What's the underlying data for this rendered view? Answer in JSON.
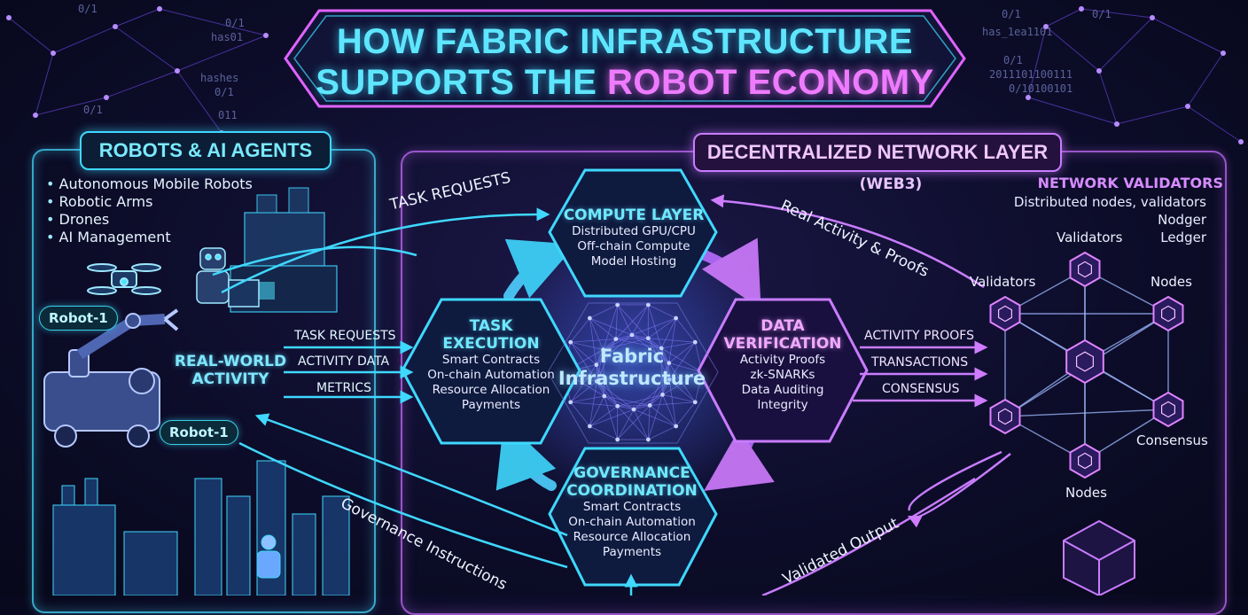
{
  "title": {
    "line1": "HOW FABRIC INFRASTRUCTURE",
    "line2_prefix": "SUPPORTS THE",
    "line2_accent": "ROBOT ECONOMY"
  },
  "left_panel": {
    "header": "ROBOTS & AI AGENTS",
    "items": [
      "Autonomous Mobile Robots",
      "Robotic Arms",
      "Drones",
      "AI Management"
    ],
    "robot_label_top": "Robot-1",
    "robot_label_bottom": "Robot-1",
    "real_world_activity": [
      "REAL-WORLD",
      "ACTIVITY"
    ]
  },
  "right_panel": {
    "header": "DECENTRALIZED NETWORK LAYER",
    "subheader": "(WEB3)",
    "validators": {
      "title": "NETWORK VALIDATORS",
      "lines": [
        "Distributed nodes, validators",
        "Nodger",
        "Ledger"
      ],
      "node_labels": {
        "top": "Validators",
        "left": "Validators",
        "right": "Nodes",
        "bottom": "Nodes",
        "bottom_right": "Consensus"
      }
    }
  },
  "hexes": {
    "compute": {
      "title": "COMPUTE LAYER",
      "lines": [
        "Distributed GPU/CPU",
        "Off-chain Compute",
        "Model Hosting"
      ]
    },
    "task": {
      "title": [
        "TASK",
        "EXECUTION"
      ],
      "lines": [
        "Smart Contracts",
        "On-chain Automation",
        "Resource Allocation",
        "Payments"
      ]
    },
    "data": {
      "title": [
        "DATA",
        "VERIFICATION"
      ],
      "lines": [
        "Activity Proofs",
        "zk-SNARKs",
        "Data Auditing",
        "Integrity"
      ]
    },
    "governance": {
      "title": [
        "GOVERNANCE",
        "COORDINATION"
      ],
      "lines": [
        "Smart Contracts",
        "On-chain Automation",
        "Resource Allocation",
        "Payments"
      ]
    },
    "center": {
      "lines": [
        "Fabric",
        "Infrastructure"
      ]
    }
  },
  "flows": {
    "task_requests_top": "TASK REQUESTS",
    "left_in": [
      "TASK REQUESTS",
      "ACTIVITY DATA",
      "METRICS"
    ],
    "right_out": [
      "ACTIVITY PROOFS",
      "TRANSACTIONS",
      "CONSENSUS"
    ],
    "real_activity": "Real Activity & Proofs",
    "governance_instructions": "Governance Instructions",
    "validated_output": "Validated Output"
  },
  "decor": {
    "binary": [
      "0/1",
      "has_1ea1101",
      "0/1",
      "has01",
      "hashes",
      "0/1",
      "011",
      "0/1",
      "0/1",
      "2011101100111",
      "0/10100101",
      "0/1",
      "0/1"
    ]
  },
  "colors": {
    "cyan": "#3fd8ff",
    "purple": "#c97cff",
    "pink": "#ee7bff",
    "background": "#0d0d2b"
  }
}
